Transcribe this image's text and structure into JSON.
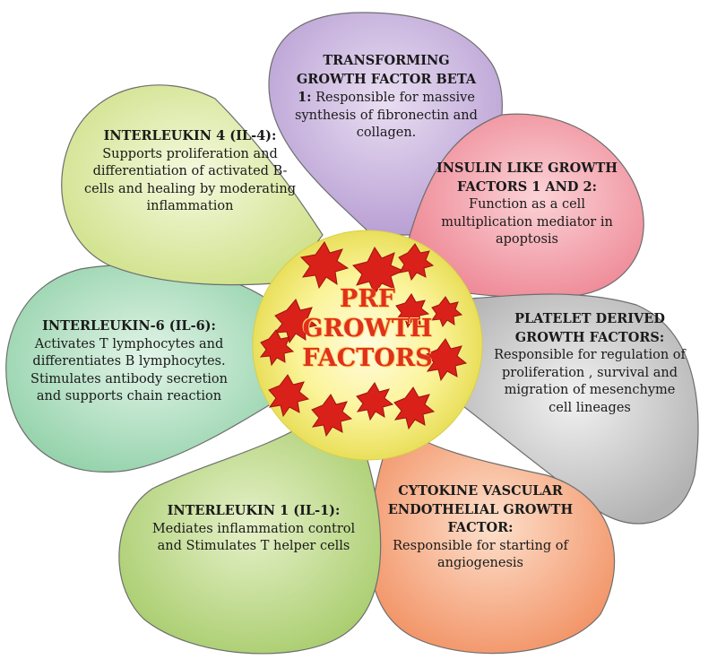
{
  "center": {
    "lines": [
      "PRF",
      "GROWTH",
      "FACTORS"
    ]
  },
  "colors": {
    "tgf": "#cbb6de",
    "igf": "#f3a3ad",
    "pdgf": "#c9c9c9",
    "vegf": "#f5a87a",
    "il1": "#bcd887",
    "il6": "#a9dcbd",
    "il4": "#dbe9a3",
    "center": "#f7f29a",
    "cells": "#d9211a"
  },
  "petals": {
    "tgf": {
      "title": "TRANSFORMING GROWTH FACTOR BETA 1:",
      "body": "Responsible for massive synthesis of fibronectin and collagen."
    },
    "igf": {
      "title": "INSULIN LIKE GROWTH FACTORS 1 AND 2:",
      "body": "Function as a cell multiplication mediator in apoptosis"
    },
    "pdgf": {
      "title": "PLATELET DERIVED GROWTH FACTORS:",
      "body": "Responsible for regulation of proliferation , survival and migration of mesenchyme cell lineages"
    },
    "vegf": {
      "title": "CYTOKINE VASCULAR ENDOTHELIAL GROWTH FACTOR:",
      "body": "Responsible for starting of angiogenesis"
    },
    "il1": {
      "title": "INTERLEUKIN 1 (IL-1):",
      "body": "Mediates inflammation control and Stimulates T helper cells"
    },
    "il6": {
      "title": "INTERLEUKIN-6 (IL-6):",
      "body": "Activates T lymphocytes and differentiates B lymphocytes. Stimulates antibody secretion and supports chain reaction"
    },
    "il4": {
      "title": "INTERLEUKIN 4 (IL-4):",
      "body": "Supports proliferation and differentiation of activated B-cells and healing by moderating inflammation"
    }
  }
}
